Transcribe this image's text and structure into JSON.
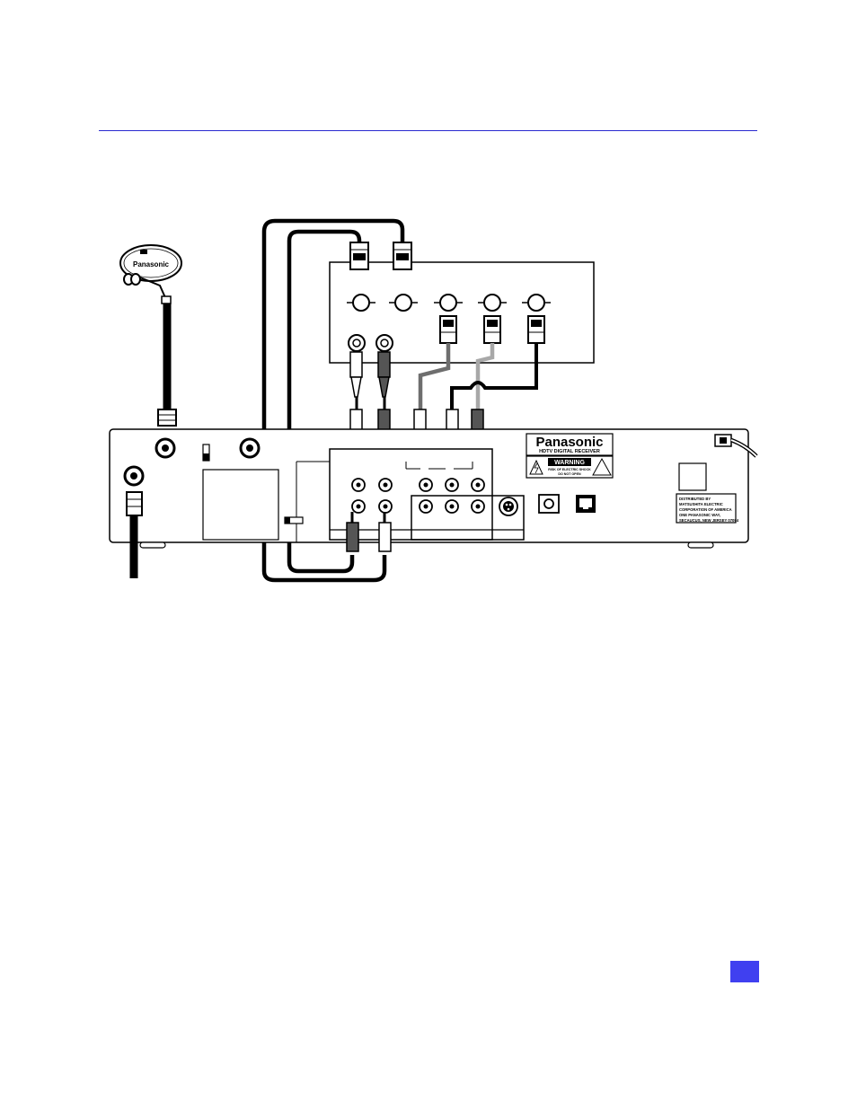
{
  "dish": {
    "brand_text": "Panasonic"
  },
  "receiver": {
    "brand": "Panasonic",
    "model_line": "HDTV DIGITAL RECEIVER",
    "warning_title": "WARNING",
    "warning_line1": "RISK OF ELECTRIC SHOCK",
    "warning_line2": "DO NOT OPEN",
    "distributor_lines": [
      "DISTRIBUTED BY",
      "MATSUSHITA ELECTRIC",
      "CORPORATION OF AMERICA",
      "ONE PANASONIC WAY,",
      "SECAUCUS, NEW JERSEY 07094"
    ]
  },
  "colors": {
    "header_rule": "#2a2ad0",
    "page_badge": "#4040f0",
    "cable_dark": "#000000",
    "cable_mid": "#6e6e6e",
    "cable_light": "#a8a8a8"
  }
}
